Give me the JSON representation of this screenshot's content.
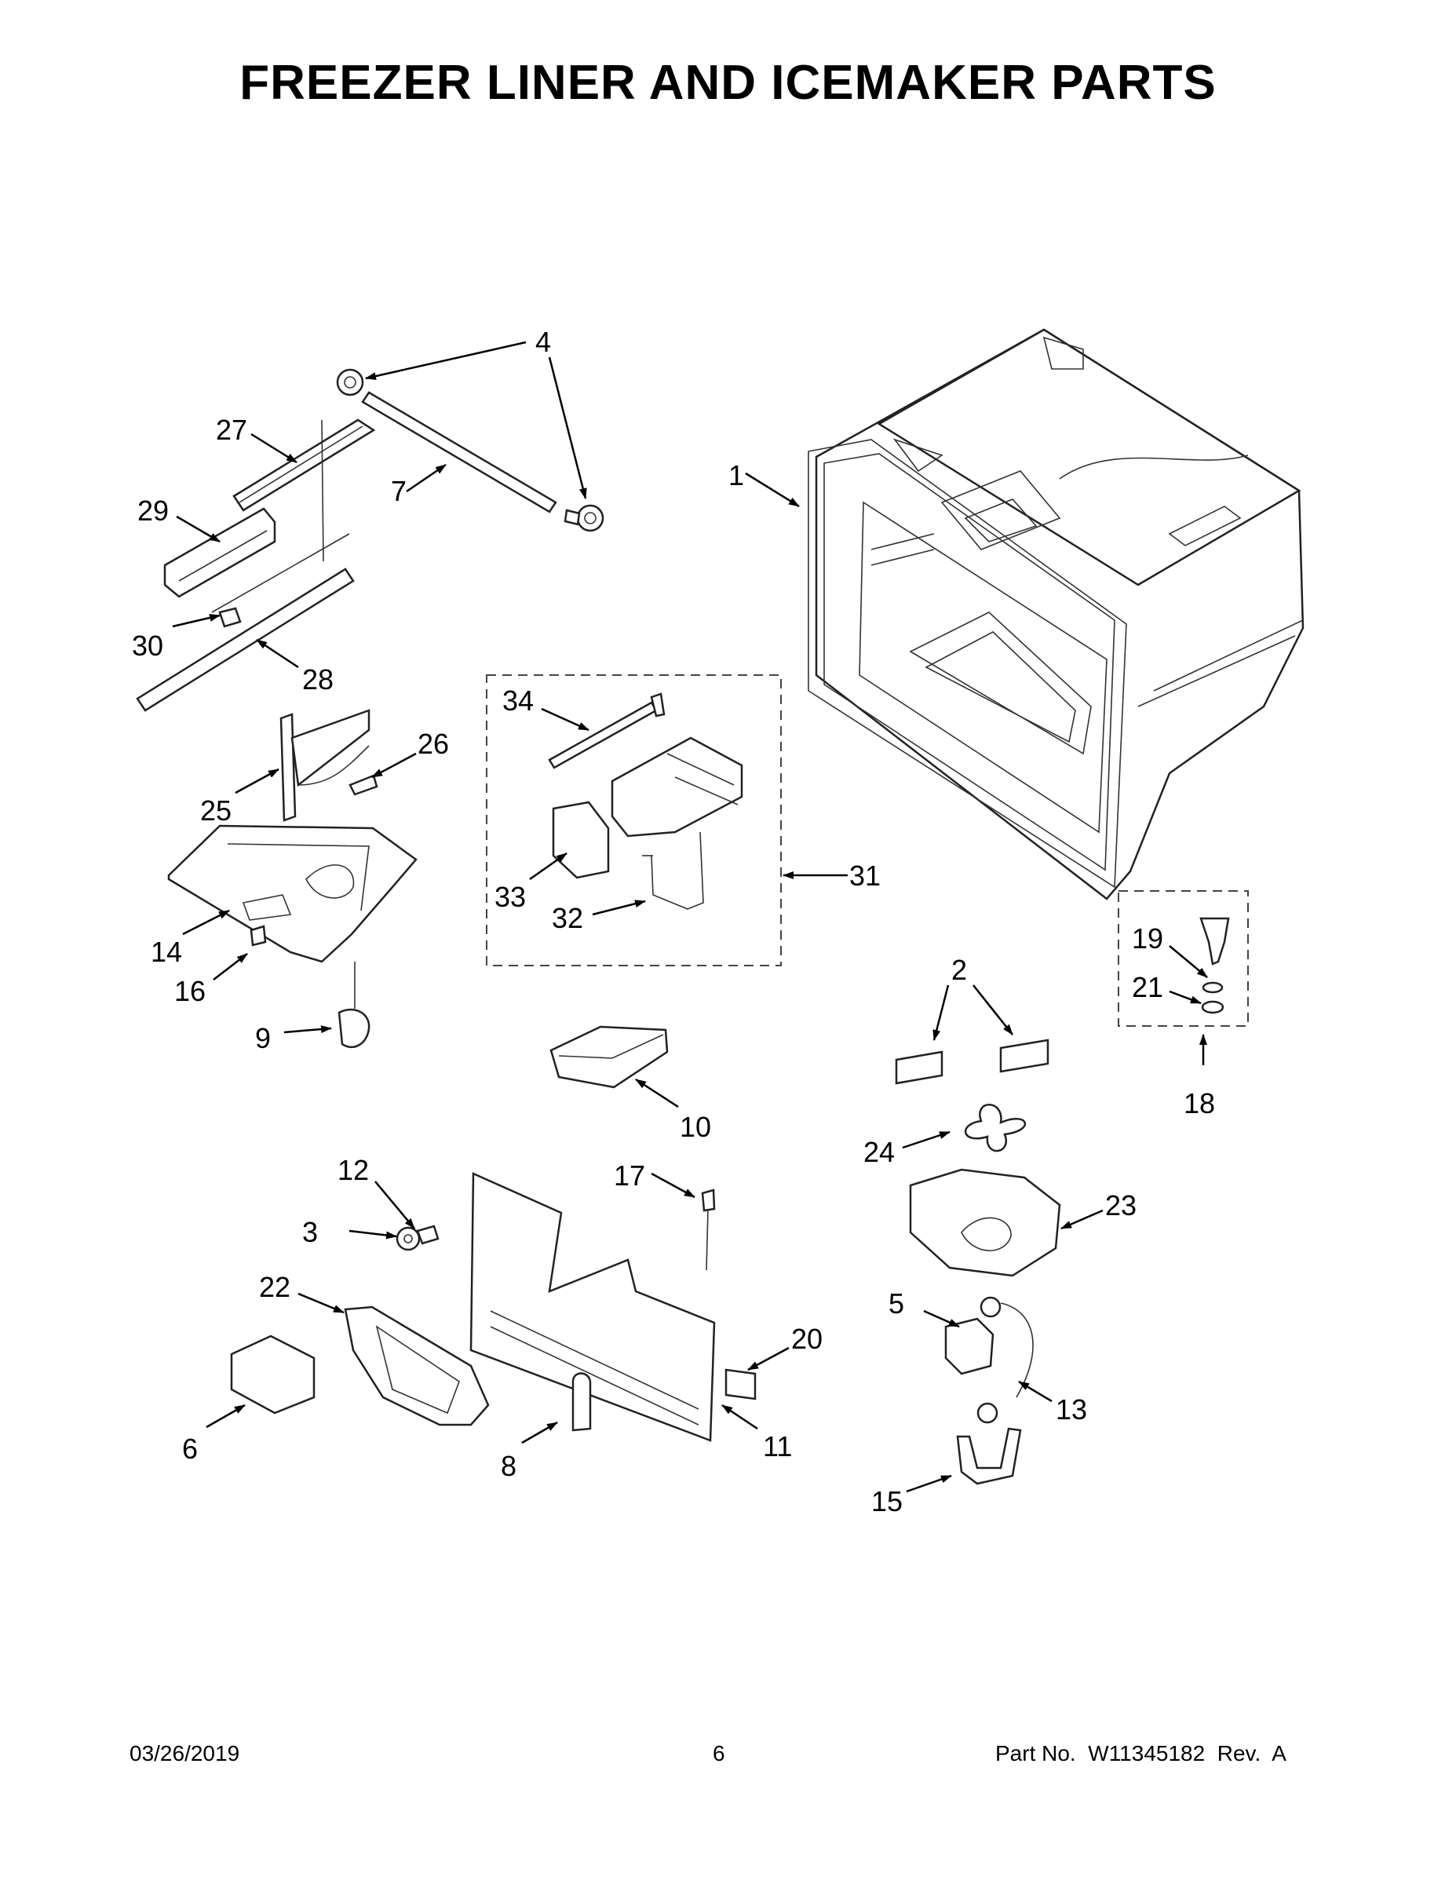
{
  "title": "FREEZER LINER AND ICEMAKER PARTS",
  "callouts": [
    "1",
    "2",
    "3",
    "4",
    "5",
    "6",
    "7",
    "8",
    "9",
    "10",
    "11",
    "12",
    "13",
    "14",
    "15",
    "16",
    "17",
    "18",
    "19",
    "20",
    "21",
    "22",
    "23",
    "24",
    "25",
    "26",
    "27",
    "28",
    "29",
    "30",
    "31",
    "32",
    "33",
    "34"
  ],
  "footer": {
    "date": "03/26/2019",
    "page": "6",
    "part_number": "Part No.  W11345182  Rev.  A"
  }
}
